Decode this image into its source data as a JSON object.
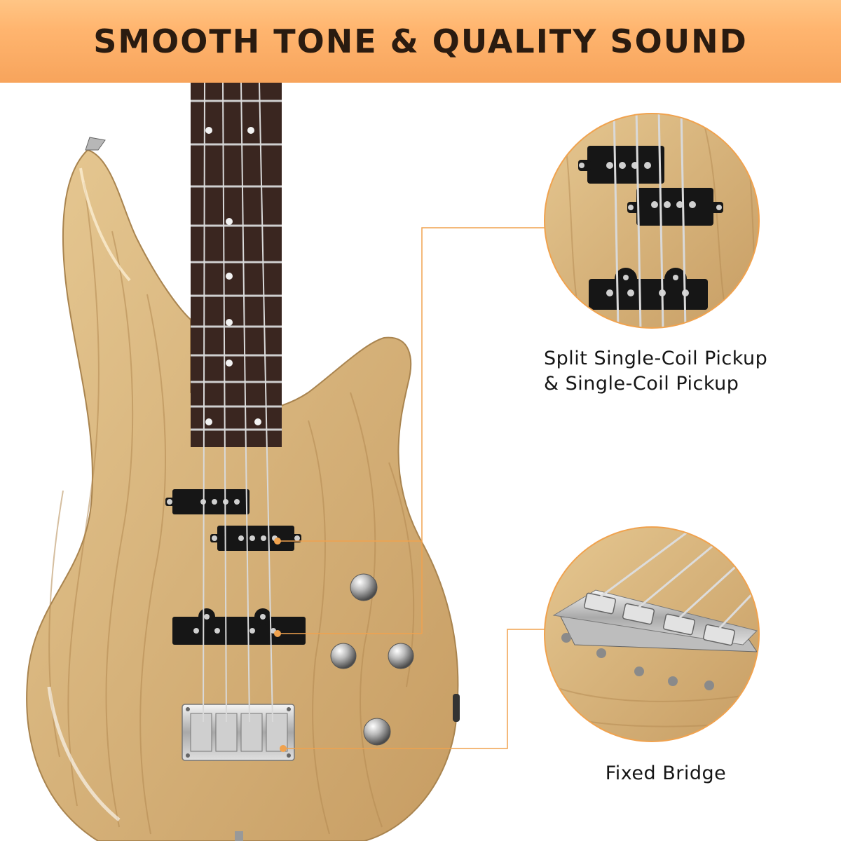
{
  "banner": {
    "title": "SMOOTH TONE & QUALITY SOUND",
    "color": "#ffb56f"
  },
  "callouts": {
    "pickup_line1": "Split Single-Coil Pickup",
    "pickup_line2": "& Single-Coil Pickup",
    "bridge": "Fixed Bridge",
    "line_color": "#f0a24e"
  },
  "product": {
    "body_color": "#d9b882",
    "fretboard_color": "#3a2620",
    "hardware": "chrome",
    "pickups": "black",
    "string_count": 4,
    "control_knob_count": 4
  }
}
